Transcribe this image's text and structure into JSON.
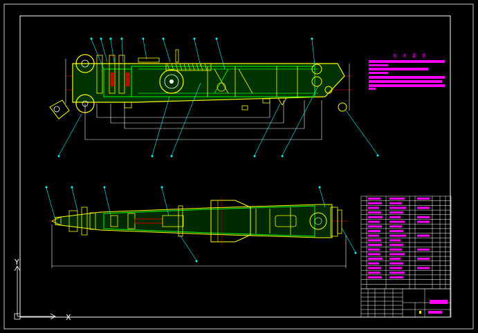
{
  "drawing": {
    "tech_requirements_title": "技 术 要 求",
    "ucs_x_label": "X",
    "ucs_y_label": "Y",
    "colors": {
      "background": "#000000",
      "frame": "#ffffff",
      "part_line": "#ffff00",
      "part_fill": "#00ff00",
      "leader": "#00ffff",
      "center_line": "#ff0000",
      "dimension": "#ffffff",
      "text_block": "#ff00ff",
      "title_block": "#ffffff"
    }
  }
}
